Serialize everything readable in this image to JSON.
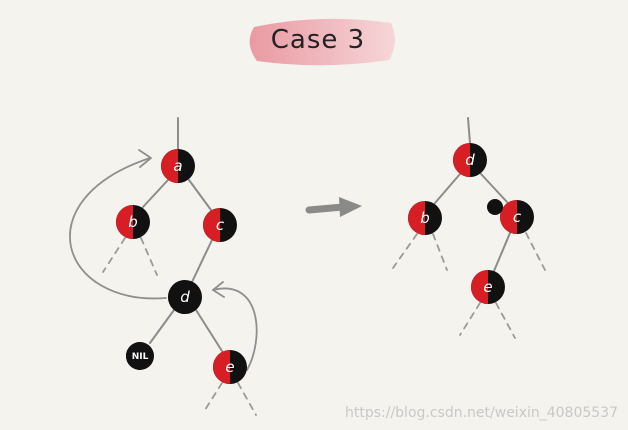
{
  "title": "Case 3",
  "watermark": "https://blog.csdn.net/weixin_40805537",
  "colors": {
    "background": "#f5f3ee",
    "red": "#d81e25",
    "black": "#111111",
    "line": "#8c8c8c",
    "arrow": "#8a8a88",
    "title_brush_start": "#e8909a",
    "title_brush_end": "#f6d3d6"
  },
  "before_tree": {
    "nodes": [
      {
        "label": "a",
        "left_color": "#d81e25",
        "right_color": "#111111"
      },
      {
        "label": "b",
        "left_color": "#d81e25",
        "right_color": "#111111"
      },
      {
        "label": "c",
        "left_color": "#d81e25",
        "right_color": "#111111"
      },
      {
        "label": "d",
        "left_color": "#111111",
        "right_color": "#111111"
      },
      {
        "label": "NIL",
        "left_color": "#111111",
        "right_color": "#111111"
      },
      {
        "label": "e",
        "left_color": "#d81e25",
        "right_color": "#111111"
      }
    ]
  },
  "after_tree": {
    "nodes": [
      {
        "label": "d",
        "left_color": "#d81e25",
        "right_color": "#111111"
      },
      {
        "label": "b",
        "left_color": "#d81e25",
        "right_color": "#111111"
      },
      {
        "label": "c",
        "left_color": "#d81e25",
        "right_color": "#111111"
      },
      {
        "label": "e",
        "left_color": "#d81e25",
        "right_color": "#111111"
      }
    ],
    "extra_black_color": "#111111"
  }
}
